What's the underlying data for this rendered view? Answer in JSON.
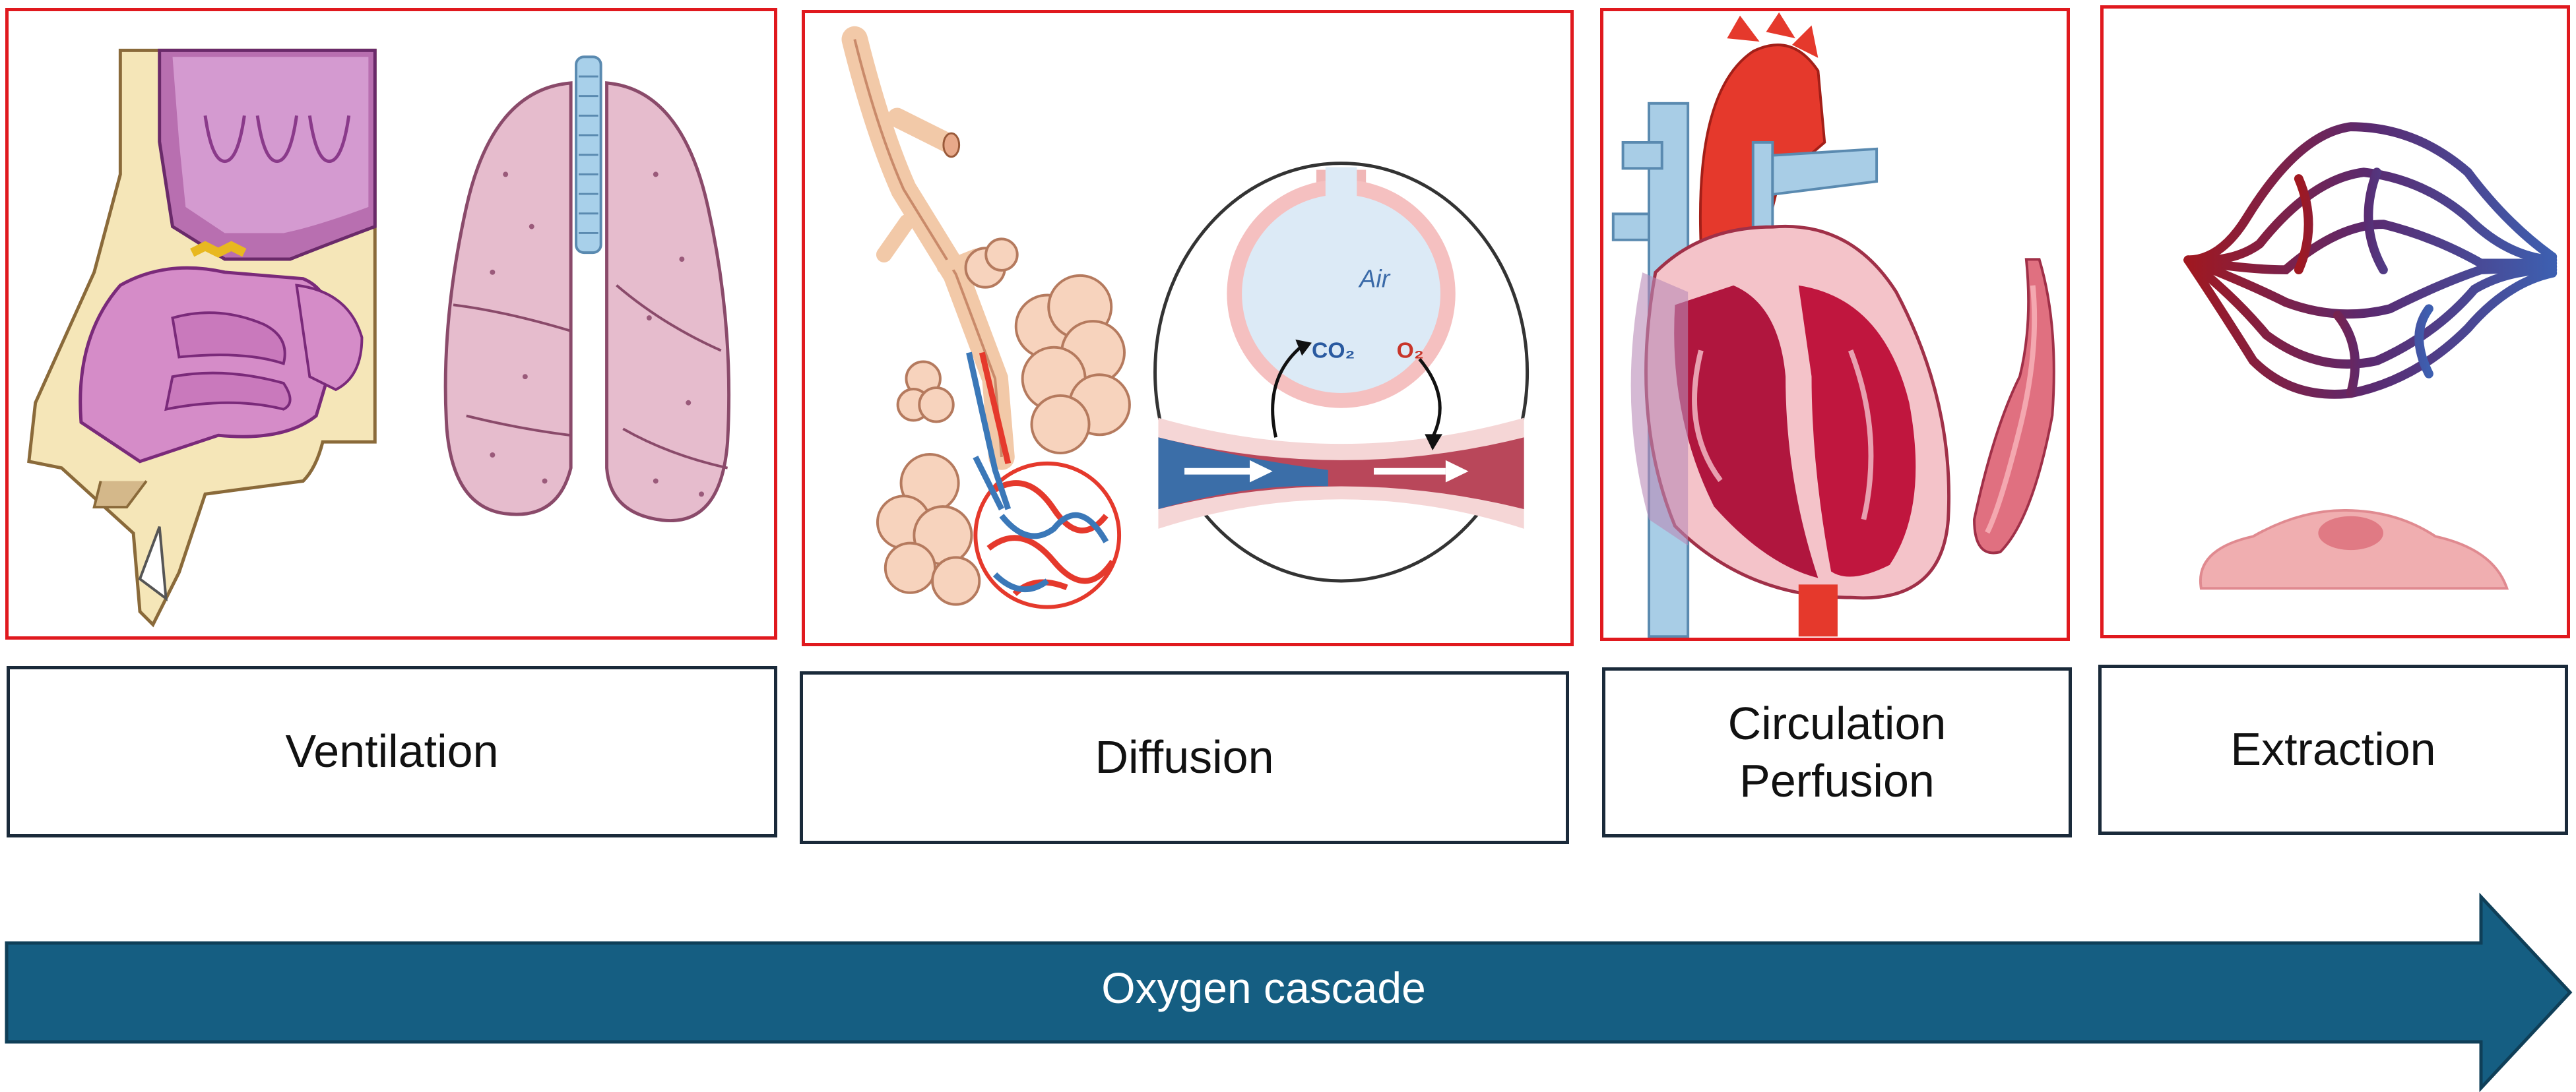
{
  "stages": [
    {
      "label": "Ventilation",
      "illustration": "nasal-cavity-and-lungs"
    },
    {
      "label": "Diffusion",
      "illustration": "alveoli-gas-exchange",
      "air_label": "Air",
      "co2_label": "CO₂",
      "o2_label": "O₂"
    },
    {
      "label_line1": "Circulation",
      "label_line2": "Perfusion",
      "illustration": "heart-and-vessel"
    },
    {
      "label": "Extraction",
      "illustration": "capillary-network-and-cell"
    }
  ],
  "cascade": {
    "label": "Oxygen cascade",
    "color": "#155e82"
  },
  "colors": {
    "panel_border": "#e0191e",
    "label_border": "#1a2a3a",
    "oxygenated": "#e5392c",
    "deoxygenated": "#3b78b8"
  }
}
